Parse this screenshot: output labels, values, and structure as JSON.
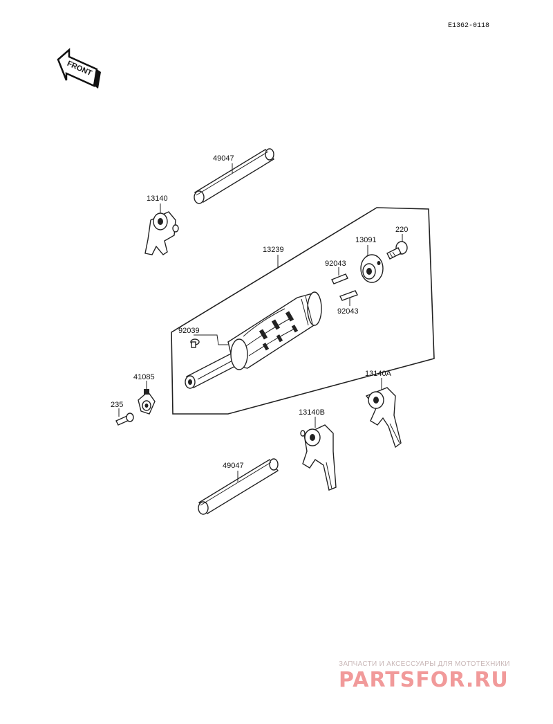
{
  "drawing_code": "E1362-0118",
  "front_arrow_label": "FRONT",
  "callouts": [
    {
      "id": "shaft-upper",
      "label": "49047"
    },
    {
      "id": "fork-upper",
      "label": "13140"
    },
    {
      "id": "drum-assembly",
      "label": "13239"
    },
    {
      "id": "drum-plate",
      "label": "13091"
    },
    {
      "id": "bolt-220",
      "label": "220"
    },
    {
      "id": "pin-upper",
      "label": "92043"
    },
    {
      "id": "pin-lower",
      "label": "92043"
    },
    {
      "id": "screw-pin",
      "label": "92039"
    },
    {
      "id": "fork-a",
      "label": "13140A"
    },
    {
      "id": "stopper",
      "label": "41085"
    },
    {
      "id": "bolt-235",
      "label": "235"
    },
    {
      "id": "fork-b",
      "label": "13140B"
    },
    {
      "id": "shaft-lower",
      "label": "49047"
    }
  ],
  "watermark": {
    "tagline": "ЗАПЧАСТИ И АКСЕССУАРЫ ДЛЯ МОТОТЕХНИКИ",
    "brand": "PARTSFOR.RU"
  }
}
